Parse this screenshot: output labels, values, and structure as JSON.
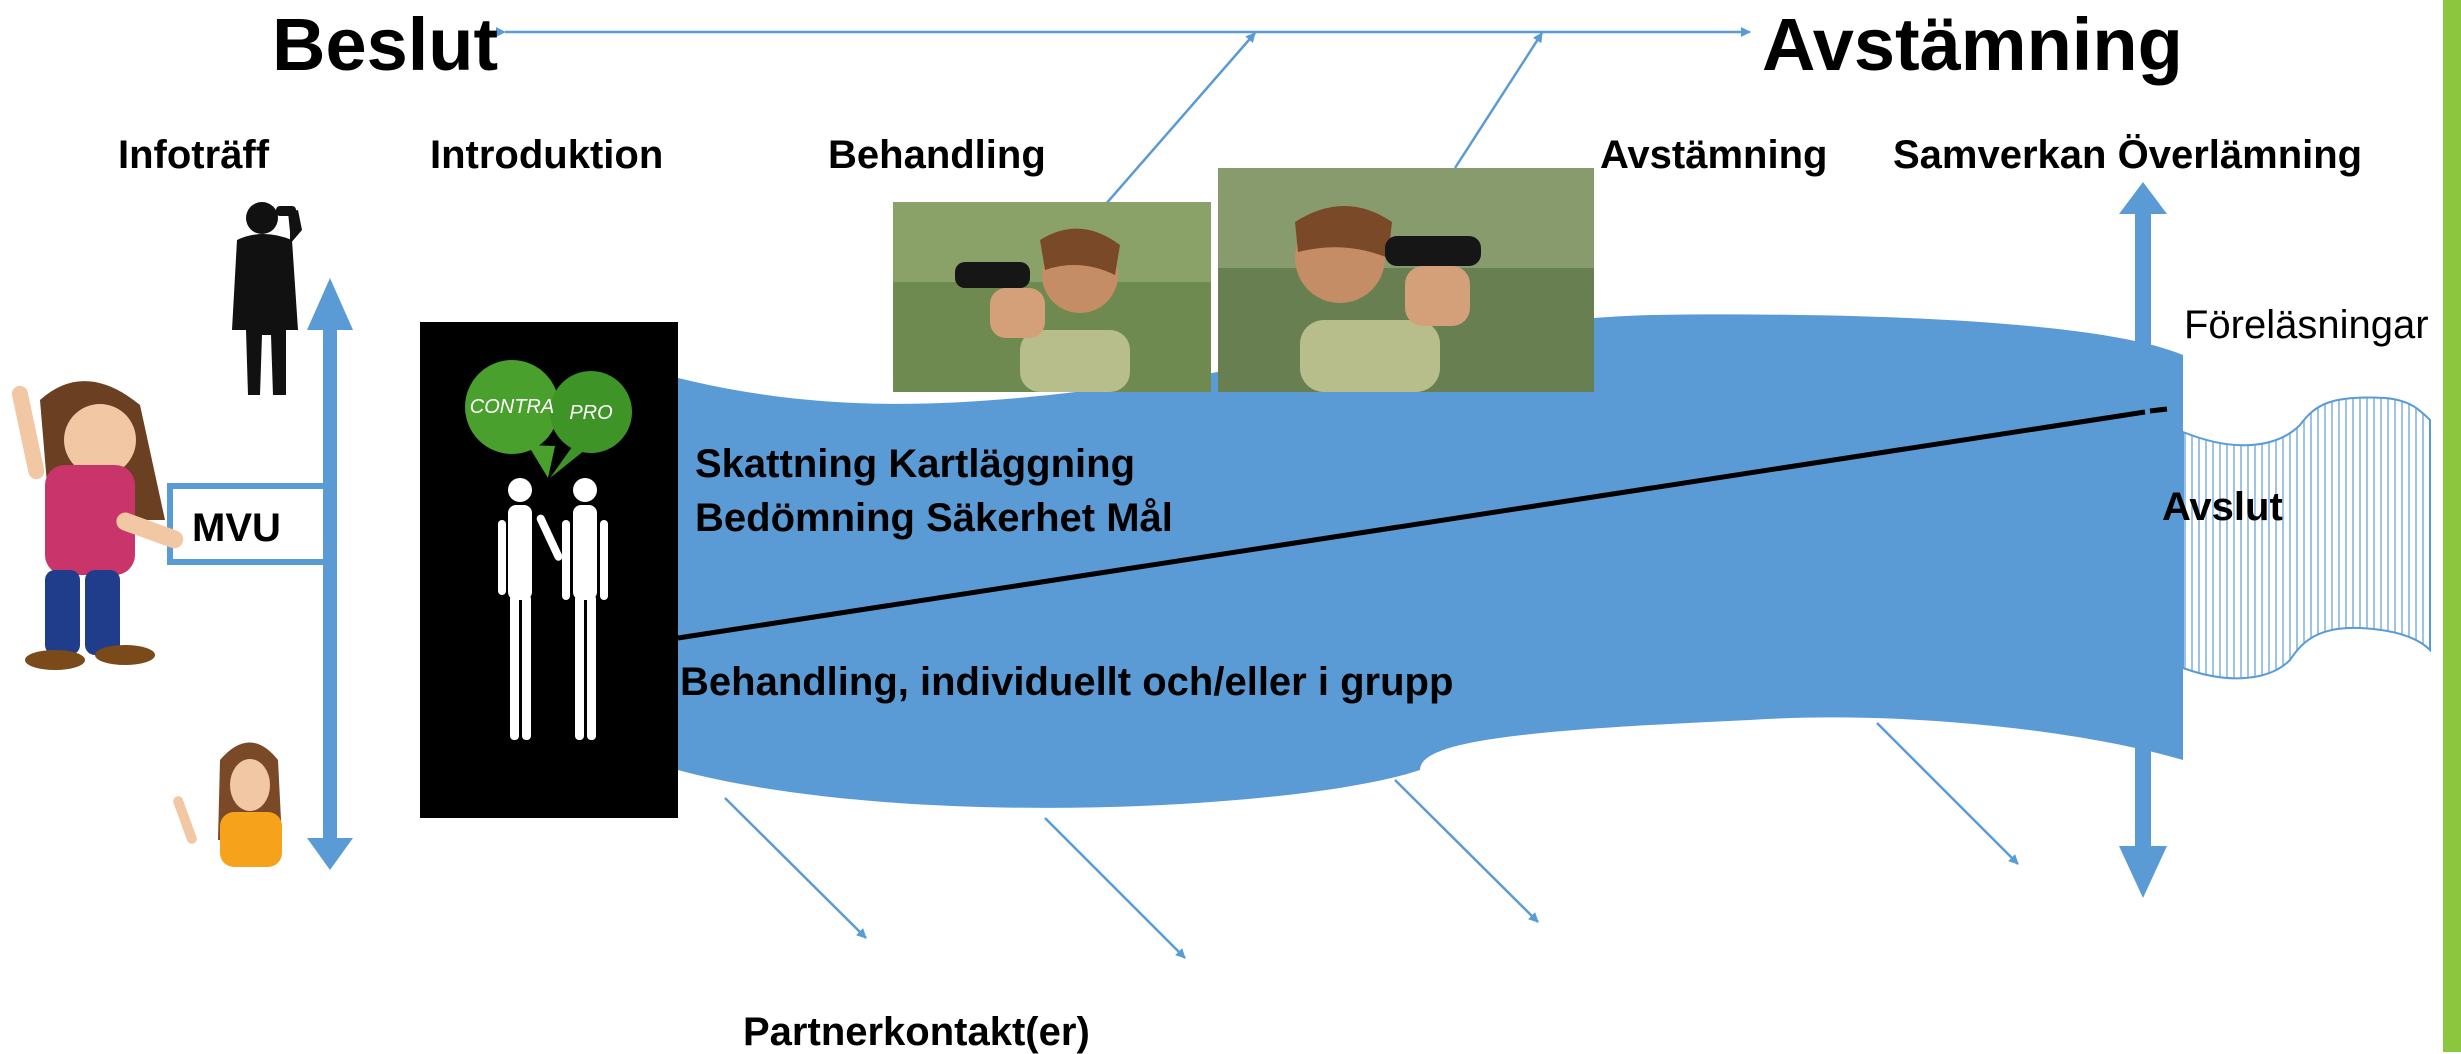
{
  "header": {
    "left": "Beslut",
    "right": "Avstämning"
  },
  "stages": {
    "infotraff": "Infoträff",
    "introduktion": "Introduktion",
    "behandling": "Behandling",
    "avstamning": "Avstämning",
    "samverkan": "Samverkan Överlämning"
  },
  "side": {
    "mvu": "MVU",
    "forelasningar": "Föreläsningar",
    "avslut": "Avslut"
  },
  "flow": {
    "line1": "Skattning Kartläggning",
    "line2": "Bedömning Säkerhet Mål",
    "line3": "Behandling, individuellt och/eller i grupp"
  },
  "bubbles": {
    "contra": "CONTRA",
    "pro": "PRO"
  },
  "footer": {
    "partner": "Partnerkontakt(er)"
  },
  "colors": {
    "flow_blue": "#5b9bd5",
    "bubble_green": "#4aa02c",
    "accent_green": "#8cc63f"
  }
}
